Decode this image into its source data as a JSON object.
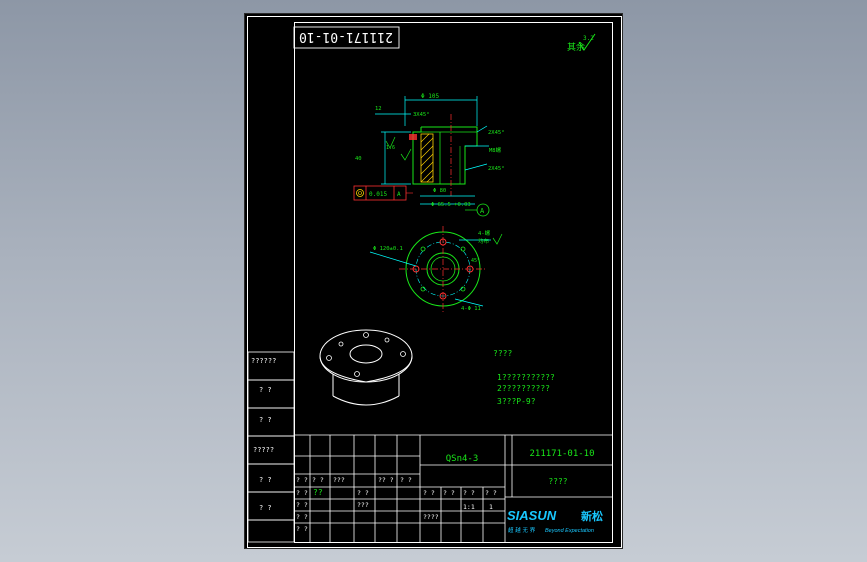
{
  "drawing": {
    "part_number": "211171-01-10",
    "material": "QSn4-3",
    "part_name": "????",
    "roughness_label": "其余",
    "roughness_value": "3.2"
  },
  "front_view": {
    "dim_top": "Φ 105",
    "dim_bore": "Φ 65.5 +0.03",
    "dim_mid": "Φ 80",
    "dim_height": "40",
    "dim_flange": "12",
    "chamfer_top": "3X45°",
    "chamfer_r": "2X45°",
    "chamfer_r2": "2X45°",
    "thread_note": "M8螺",
    "tolerance_value": "0.015",
    "tolerance_datum": "A",
    "datum_label": "A",
    "surface_note": "1.6"
  },
  "top_view": {
    "pcd": "Φ 120±0.1",
    "holes_note": "4-Φ 11",
    "note_1": "4-螺",
    "note_2": "均布",
    "angle_label": "45°"
  },
  "notes": {
    "title": "????",
    "line1": "1???????????",
    "line2": "2??????????",
    "line3": "3???P-9?"
  },
  "left_column": [
    "??????",
    "? ?",
    "? ?",
    "?????",
    "? ?",
    "? ?"
  ],
  "title_block": {
    "row_labels": [
      "? ?",
      "? ?",
      "??? ",
      "?? ?",
      "? ?",
      "? ?"
    ],
    "sign_label": "??",
    "qty_cells": [
      "? ?",
      "? ?",
      "? ?",
      "? ?"
    ],
    "scale_cells": [
      "1:1",
      "1"
    ],
    "company_cells": [
      "????"
    ],
    "misc_cells": [
      "? ?",
      "? ?",
      "? ?",
      "? ?",
      "???"
    ]
  },
  "brand": {
    "logo_text": "SIASUN",
    "logo_cn": "新松",
    "slogan_cn": "超 越 无 界",
    "slogan_en": "Beyond Expectation"
  },
  "colors": {
    "sheet": "#000000",
    "frame": "#ffffff",
    "geometry": "#19e619",
    "dimension": "#00ffff",
    "hatch": "#ffd400",
    "center": "#ff3030",
    "logo": "#19c8ff"
  }
}
